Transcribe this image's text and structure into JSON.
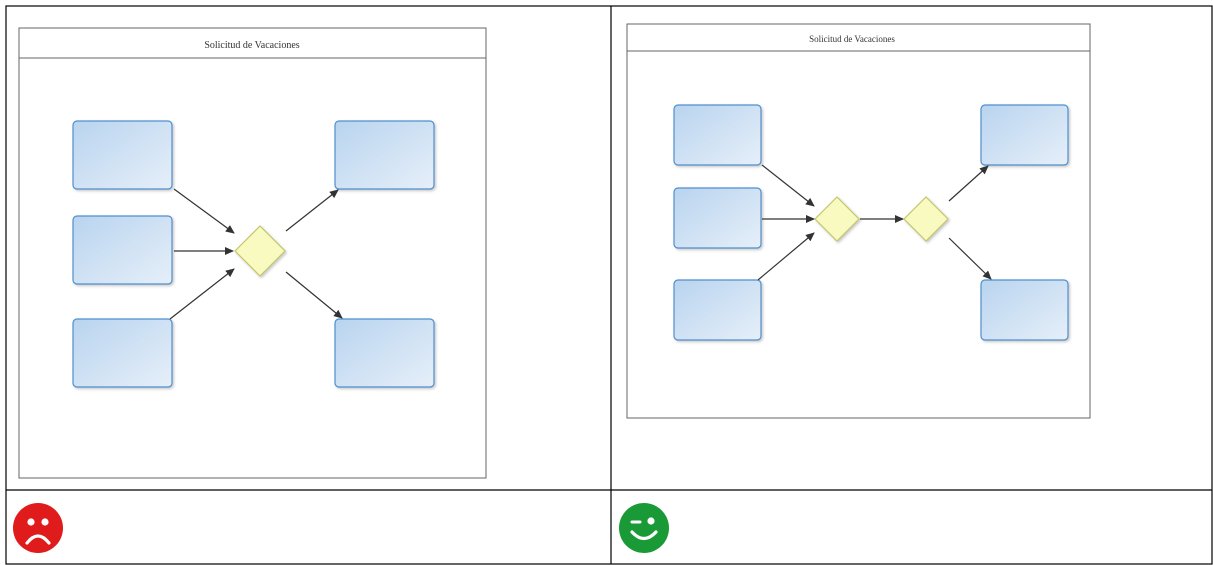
{
  "examples": [
    {
      "verdict": "bad",
      "pool_title": "Solicitud de Vacaciones",
      "face_icon": "sad-face-icon",
      "face_color": "#e01b1b"
    },
    {
      "verdict": "good",
      "pool_title": "Solicitud de Vacaciones",
      "face_icon": "winking-smile-face-icon",
      "face_color": "#1a9a36"
    }
  ],
  "colors": {
    "task_fill_top": "#c6dcf2",
    "task_fill_bottom": "#8fb6df",
    "task_stroke": "#4f8fcf",
    "gateway_fill": "#fafbc2",
    "gateway_stroke": "#c4c66a",
    "arrow": "#333333",
    "table_border": "#000000"
  }
}
